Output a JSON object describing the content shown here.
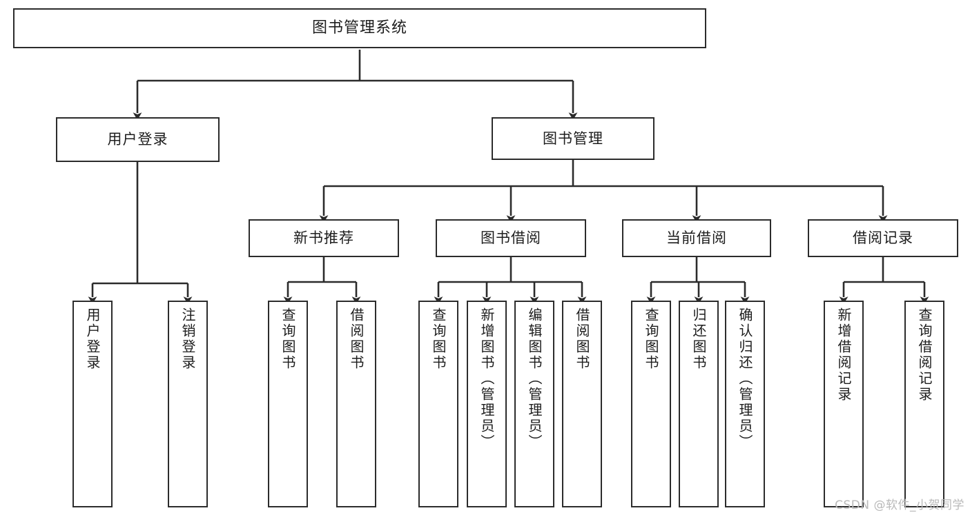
{
  "diagram": {
    "type": "tree",
    "title": "图书管理系统",
    "orientation": "top-down",
    "colors": {
      "box_stroke": "#2b2b2b",
      "box_fill": "#ffffff",
      "edge": "#2b2b2b",
      "text": "#1d1d1d",
      "watermark": "#b9b9b9",
      "background": "#ffffff"
    },
    "nodes": {
      "root": {
        "label": "图书管理系统"
      },
      "level2": [
        {
          "id": "user-login",
          "label": "用户登录"
        },
        {
          "id": "book-management",
          "label": "图书管理"
        }
      ],
      "level3": [
        {
          "id": "new-book-recommend",
          "label": "新书推荐"
        },
        {
          "id": "book-borrow",
          "label": "图书借阅"
        },
        {
          "id": "current-borrow",
          "label": "当前借阅"
        },
        {
          "id": "borrow-record",
          "label": "借阅记录"
        }
      ],
      "leaves": {
        "user-login": [
          {
            "id": "leaf-user-login",
            "label": "用户登录"
          },
          {
            "id": "leaf-logout-login",
            "label": "注销登录"
          }
        ],
        "new-book-recommend": [
          {
            "id": "leaf-query-book-1",
            "label": "查询图书"
          },
          {
            "id": "leaf-borrow-book-1",
            "label": "借阅图书"
          }
        ],
        "book-borrow": [
          {
            "id": "leaf-query-book-2",
            "label": "查询图书"
          },
          {
            "id": "leaf-add-book",
            "label": "新增图书（管理员）"
          },
          {
            "id": "leaf-edit-book",
            "label": "编辑图书（管理员）"
          },
          {
            "id": "leaf-borrow-book-2",
            "label": "借阅图书"
          }
        ],
        "current-borrow": [
          {
            "id": "leaf-query-book-3",
            "label": "查询图书"
          },
          {
            "id": "leaf-return-book",
            "label": "归还图书"
          },
          {
            "id": "leaf-confirm-return",
            "label": "确认归还（管理员）"
          }
        ],
        "borrow-record": [
          {
            "id": "leaf-add-record",
            "label": "新增借阅记录"
          },
          {
            "id": "leaf-query-record",
            "label": "查询借阅记录"
          }
        ]
      }
    },
    "watermark": "CSDN @软件_小贺同学"
  }
}
